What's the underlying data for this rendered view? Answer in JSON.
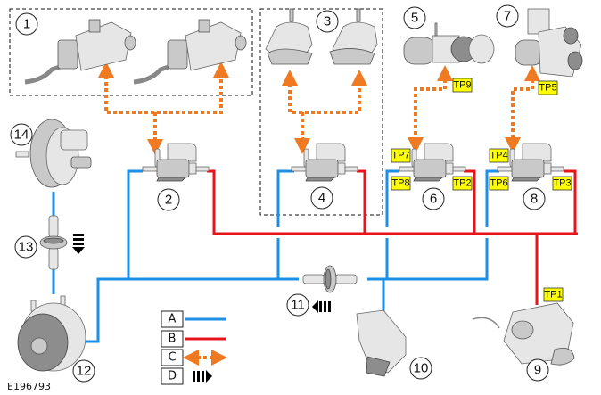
{
  "figure_ref": "E196793",
  "colors": {
    "vacuum_line": "#1e8fe6",
    "atmos_line": "#e8141c",
    "electrical": "#f07a22",
    "test_point_bg": "#ffff00",
    "flow_arrow": "#000000"
  },
  "components": [
    {
      "id": "1",
      "label": "1",
      "icon": "egr-valve-pair"
    },
    {
      "id": "2",
      "label": "2",
      "icon": "solenoid-valve"
    },
    {
      "id": "3",
      "label": "3",
      "icon": "engine-mount-pair"
    },
    {
      "id": "4",
      "label": "4",
      "icon": "solenoid-valve"
    },
    {
      "id": "5",
      "label": "5",
      "icon": "turbocharger-actuator"
    },
    {
      "id": "6",
      "label": "6",
      "icon": "solenoid-valve"
    },
    {
      "id": "7",
      "label": "7",
      "icon": "throttle-valve-assembly"
    },
    {
      "id": "8",
      "label": "8",
      "icon": "solenoid-valve"
    },
    {
      "id": "9",
      "label": "9",
      "icon": "air-filter-housing"
    },
    {
      "id": "10",
      "label": "10",
      "icon": "vacuum-reservoir"
    },
    {
      "id": "11",
      "label": "11",
      "icon": "check-valve"
    },
    {
      "id": "12",
      "label": "12",
      "icon": "vacuum-pump"
    },
    {
      "id": "13",
      "label": "13",
      "icon": "check-valve"
    },
    {
      "id": "14",
      "label": "14",
      "icon": "brake-booster"
    }
  ],
  "test_points": [
    "TP1",
    "TP2",
    "TP3",
    "TP4",
    "TP5",
    "TP6",
    "TP7",
    "TP8",
    "TP9"
  ],
  "legend": [
    {
      "key": "A",
      "style": "blue-solid-line"
    },
    {
      "key": "B",
      "style": "red-solid-line"
    },
    {
      "key": "C",
      "style": "orange-dotted-double-arrow"
    },
    {
      "key": "D",
      "style": "black-flow-arrow"
    }
  ]
}
